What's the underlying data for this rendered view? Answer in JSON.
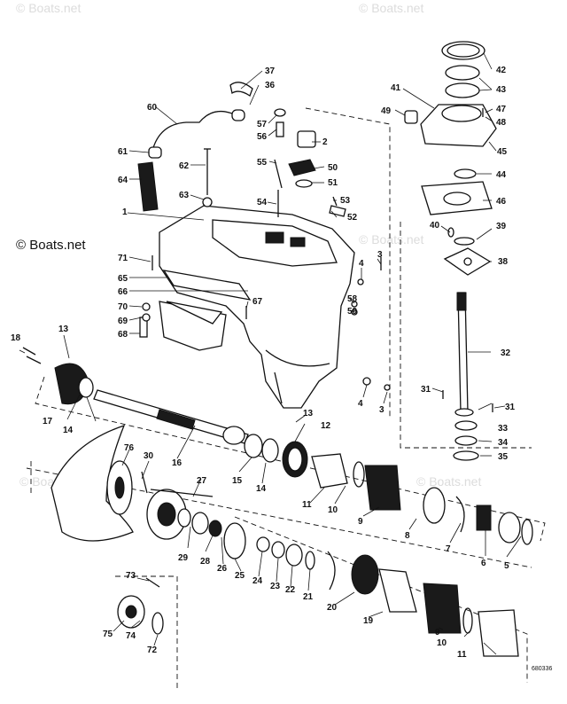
{
  "watermark": {
    "main": "© Boats.net",
    "faint": "© Boats.net"
  },
  "figure_code": "680336",
  "labels": [
    "1",
    "2",
    "3",
    "3",
    "4",
    "4",
    "5",
    "6",
    "7",
    "8",
    "9",
    "9",
    "10",
    "10",
    "11",
    "11",
    "12",
    "13",
    "13",
    "14",
    "14",
    "15",
    "16",
    "17",
    "18",
    "19",
    "20",
    "21",
    "22",
    "23",
    "24",
    "25",
    "26",
    "27",
    "28",
    "29",
    "30",
    "31",
    "31",
    "32",
    "33",
    "34",
    "35",
    "36",
    "37",
    "38",
    "39",
    "40",
    "41",
    "42",
    "43",
    "44",
    "45",
    "46",
    "47",
    "48",
    "49",
    "50",
    "51",
    "52",
    "53",
    "54",
    "55",
    "56",
    "57",
    "58",
    "59",
    "60",
    "61",
    "62",
    "63",
    "64",
    "65",
    "66",
    "67",
    "68",
    "69",
    "70",
    "71",
    "72",
    "73",
    "74",
    "75",
    "76"
  ]
}
